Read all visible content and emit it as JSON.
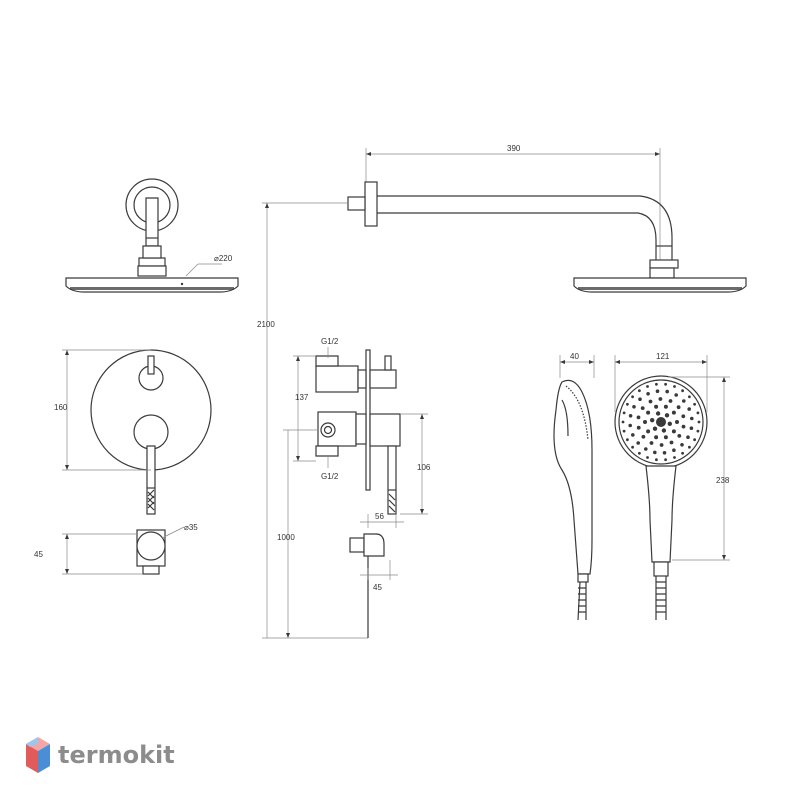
{
  "dimensions": {
    "arm_length": "390",
    "head_diameter": "⌀220",
    "install_height": "2100",
    "connection_top": "G1/2",
    "connection_bottom": "G1/2",
    "connection_spacing": "137",
    "valve_plate_height": "160",
    "outlet_diameter": "⌀35",
    "outlet_depth": "45",
    "outlet_height": "1000",
    "box_height": "106",
    "box_depth": "56",
    "outlet_offset": "45",
    "hand_depth": "40",
    "hand_width": "121",
    "hand_length": "238"
  },
  "brand": {
    "name": "termokit",
    "logo_colors": [
      "#f4a6a6",
      "#e25b5b",
      "#9cc6ee",
      "#4a8fd6"
    ]
  }
}
